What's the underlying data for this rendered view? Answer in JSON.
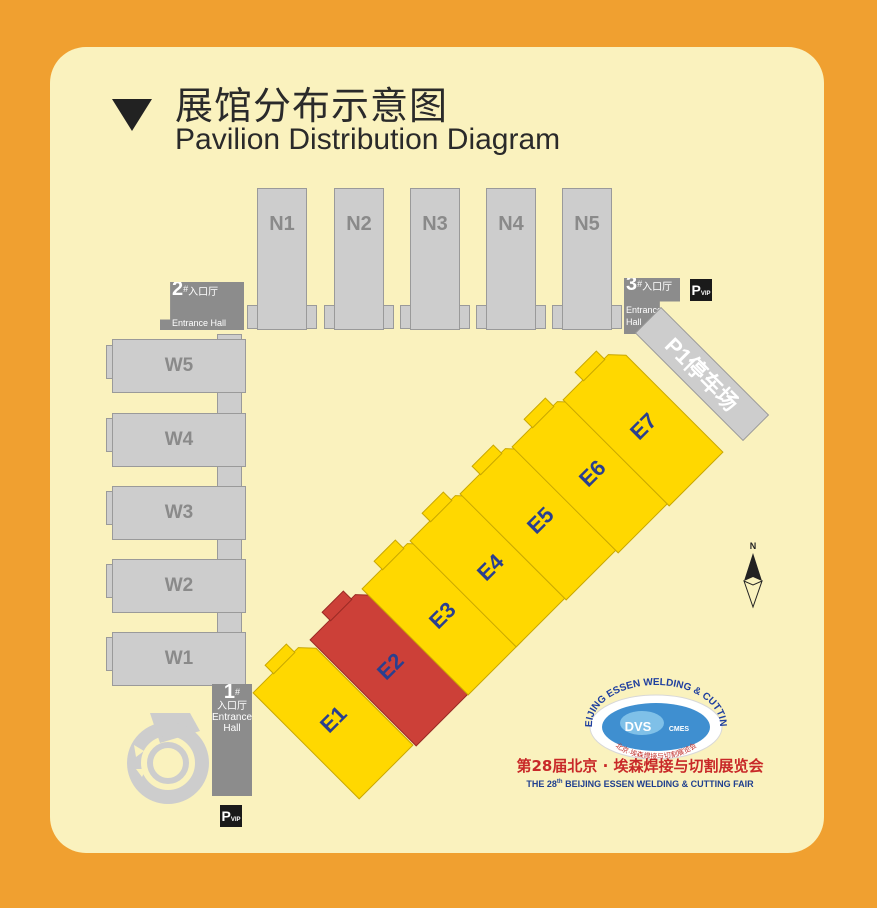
{
  "header": {
    "title_cn": "展馆分布示意图",
    "title_en": "Pavilion Distribution Diagram"
  },
  "north_halls": [
    "N1",
    "N2",
    "N3",
    "N4",
    "N5"
  ],
  "west_halls": [
    "W5",
    "W4",
    "W3",
    "W2",
    "W1"
  ],
  "east_halls": [
    "E1",
    "E2",
    "E3",
    "E4",
    "E5",
    "E6",
    "E7"
  ],
  "entrances": {
    "e1": {
      "num": "1",
      "sup": "#",
      "cn": "入口厅",
      "en1": "Entrance",
      "en2": "Hall"
    },
    "e2": {
      "num": "2",
      "sup": "#",
      "cn": "入口厅",
      "en1": "Entrance Hall"
    },
    "e3": {
      "num": "3",
      "sup": "#",
      "cn": "入口厅",
      "en1": "Entrance",
      "en2": "Hall"
    }
  },
  "parking": {
    "lot_label": "P1停车场",
    "vip_p": "P",
    "vip_sub": "VIP"
  },
  "compass": {
    "label": "N"
  },
  "fair": {
    "logo_arc": "BEIJING ESSEN WELDING & CUTTING",
    "logo_dvs": "DVS",
    "logo_cmes": "CMES",
    "logo_cn_arc": "北京·埃森焊接与切割展览会",
    "name_cn": "第28届北京 · 埃森焊接与切割展览会",
    "name_en_pre": "THE 28",
    "name_en_sup": "th",
    "name_en_post": " BEIJING ESSEN WELDING & CUTTING FAIR"
  },
  "colors": {
    "background": "#F0A030",
    "card": "#FAF2BE",
    "hall_gray": "#CDCDCD",
    "hall_yellow": "#FFD800",
    "hall_red": "#CC4038",
    "label_blue": "#2A3F8F",
    "entrance_gray": "#8C8C8C"
  }
}
